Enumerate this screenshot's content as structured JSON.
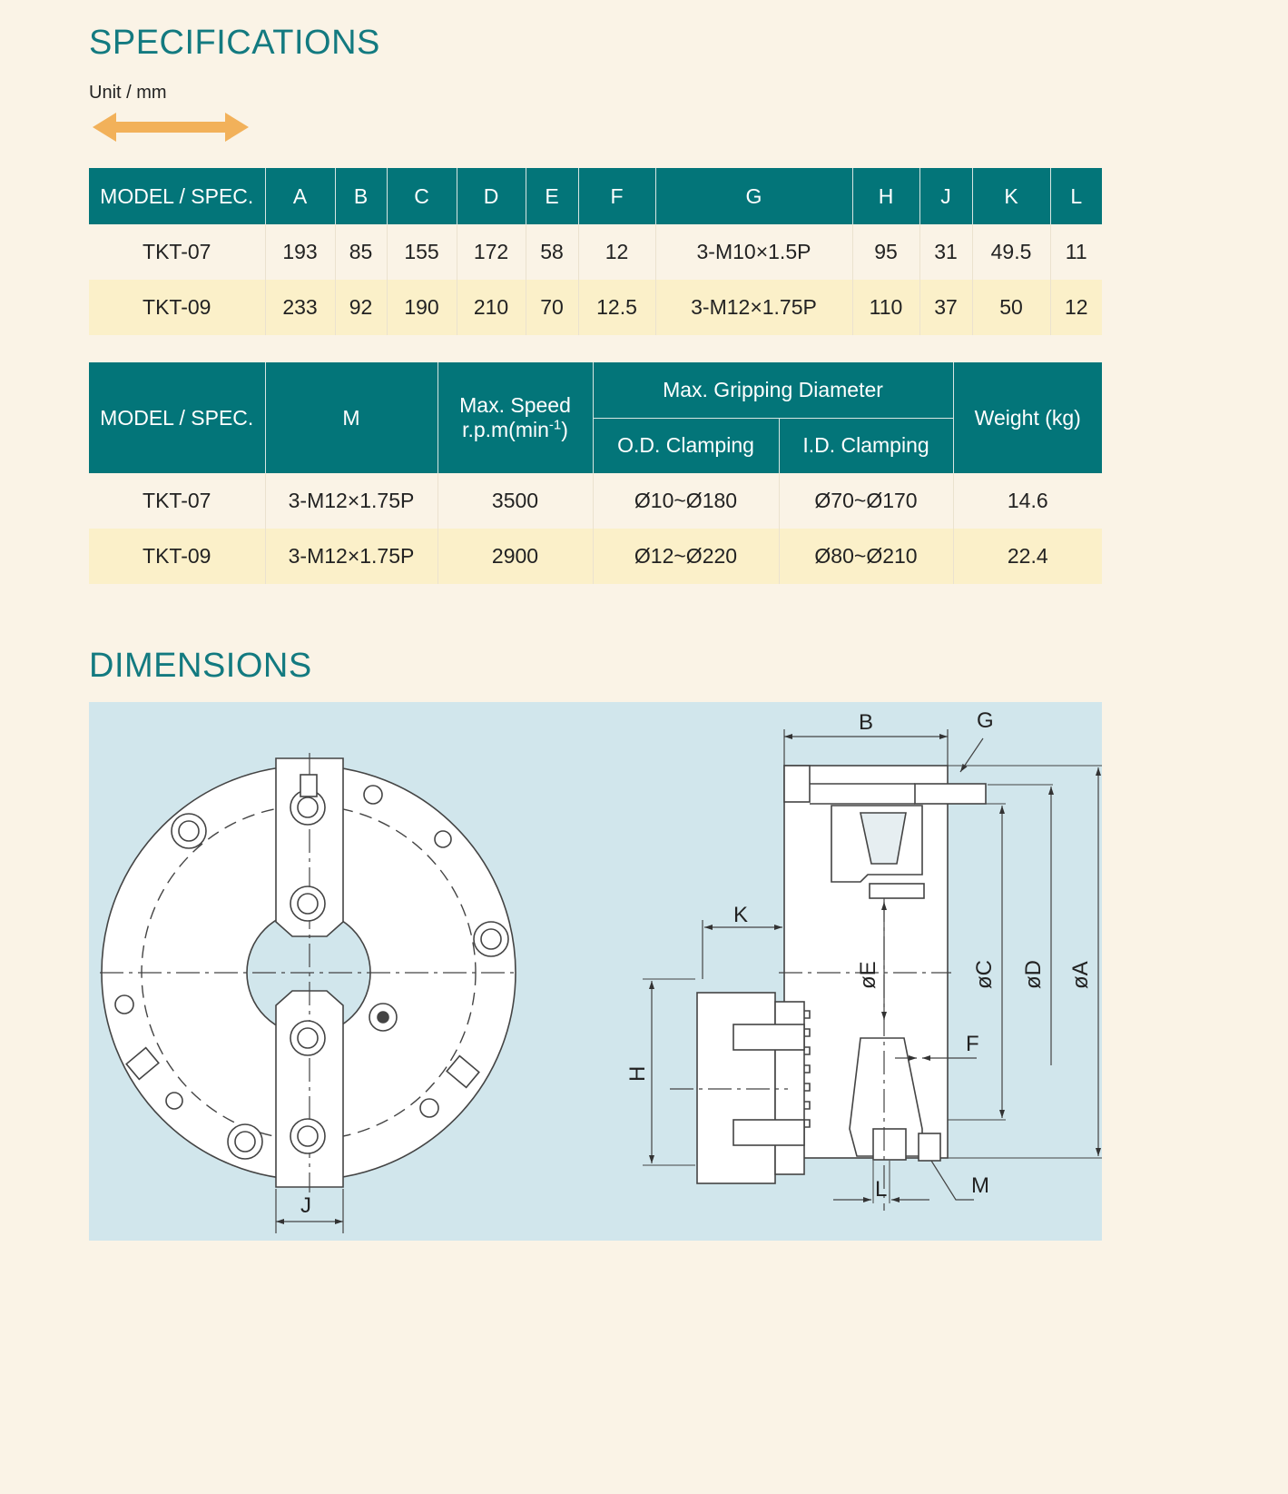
{
  "specifications": {
    "title": "SPECIFICATIONS",
    "unit": "Unit / mm",
    "arrow_icon": "double-headed-arrow",
    "arrow_color": "#f2b15a",
    "table1": {
      "headers": [
        "MODEL / SPEC.",
        "A",
        "B",
        "C",
        "D",
        "E",
        "F",
        "G",
        "H",
        "J",
        "K",
        "L"
      ],
      "rows": [
        [
          "TKT-07",
          "193",
          "85",
          "155",
          "172",
          "58",
          "12",
          "3-M10×1.5P",
          "95",
          "31",
          "49.5",
          "11"
        ],
        [
          "TKT-09",
          "233",
          "92",
          "190",
          "210",
          "70",
          "12.5",
          "3-M12×1.75P",
          "110",
          "37",
          "50",
          "12"
        ]
      ]
    },
    "table2": {
      "header_model": "MODEL / SPEC.",
      "header_m": "M",
      "header_speed_line1": "Max. Speed",
      "header_speed_line2_pre": "r.p.m(min",
      "header_speed_sup": "-1",
      "header_speed_line2_post": ")",
      "header_grip": "Max. Gripping Diameter",
      "header_od": "O.D. Clamping",
      "header_id": "I.D. Clamping",
      "header_weight": "Weight (kg)",
      "rows": [
        [
          "TKT-07",
          "3-M12×1.75P",
          "3500",
          "Ø10~Ø180",
          "Ø70~Ø170",
          "14.6"
        ],
        [
          "TKT-09",
          "3-M12×1.75P",
          "2900",
          "Ø12~Ø220",
          "Ø80~Ø210",
          "22.4"
        ]
      ]
    }
  },
  "dimensions": {
    "title": "DIMENSIONS",
    "labels": {
      "B": "B",
      "G": "G",
      "K": "K",
      "E": "øE",
      "C": "øC",
      "D": "øD",
      "A": "øA",
      "F": "F",
      "H": "H",
      "J": "J",
      "L": "L",
      "M": "M"
    },
    "panel_color": "#d1e6ec"
  },
  "colors": {
    "accent": "#137a80",
    "header_bg": "#037579",
    "row_alt": "#fbf0c9",
    "page_bg": "#faf3e6"
  }
}
